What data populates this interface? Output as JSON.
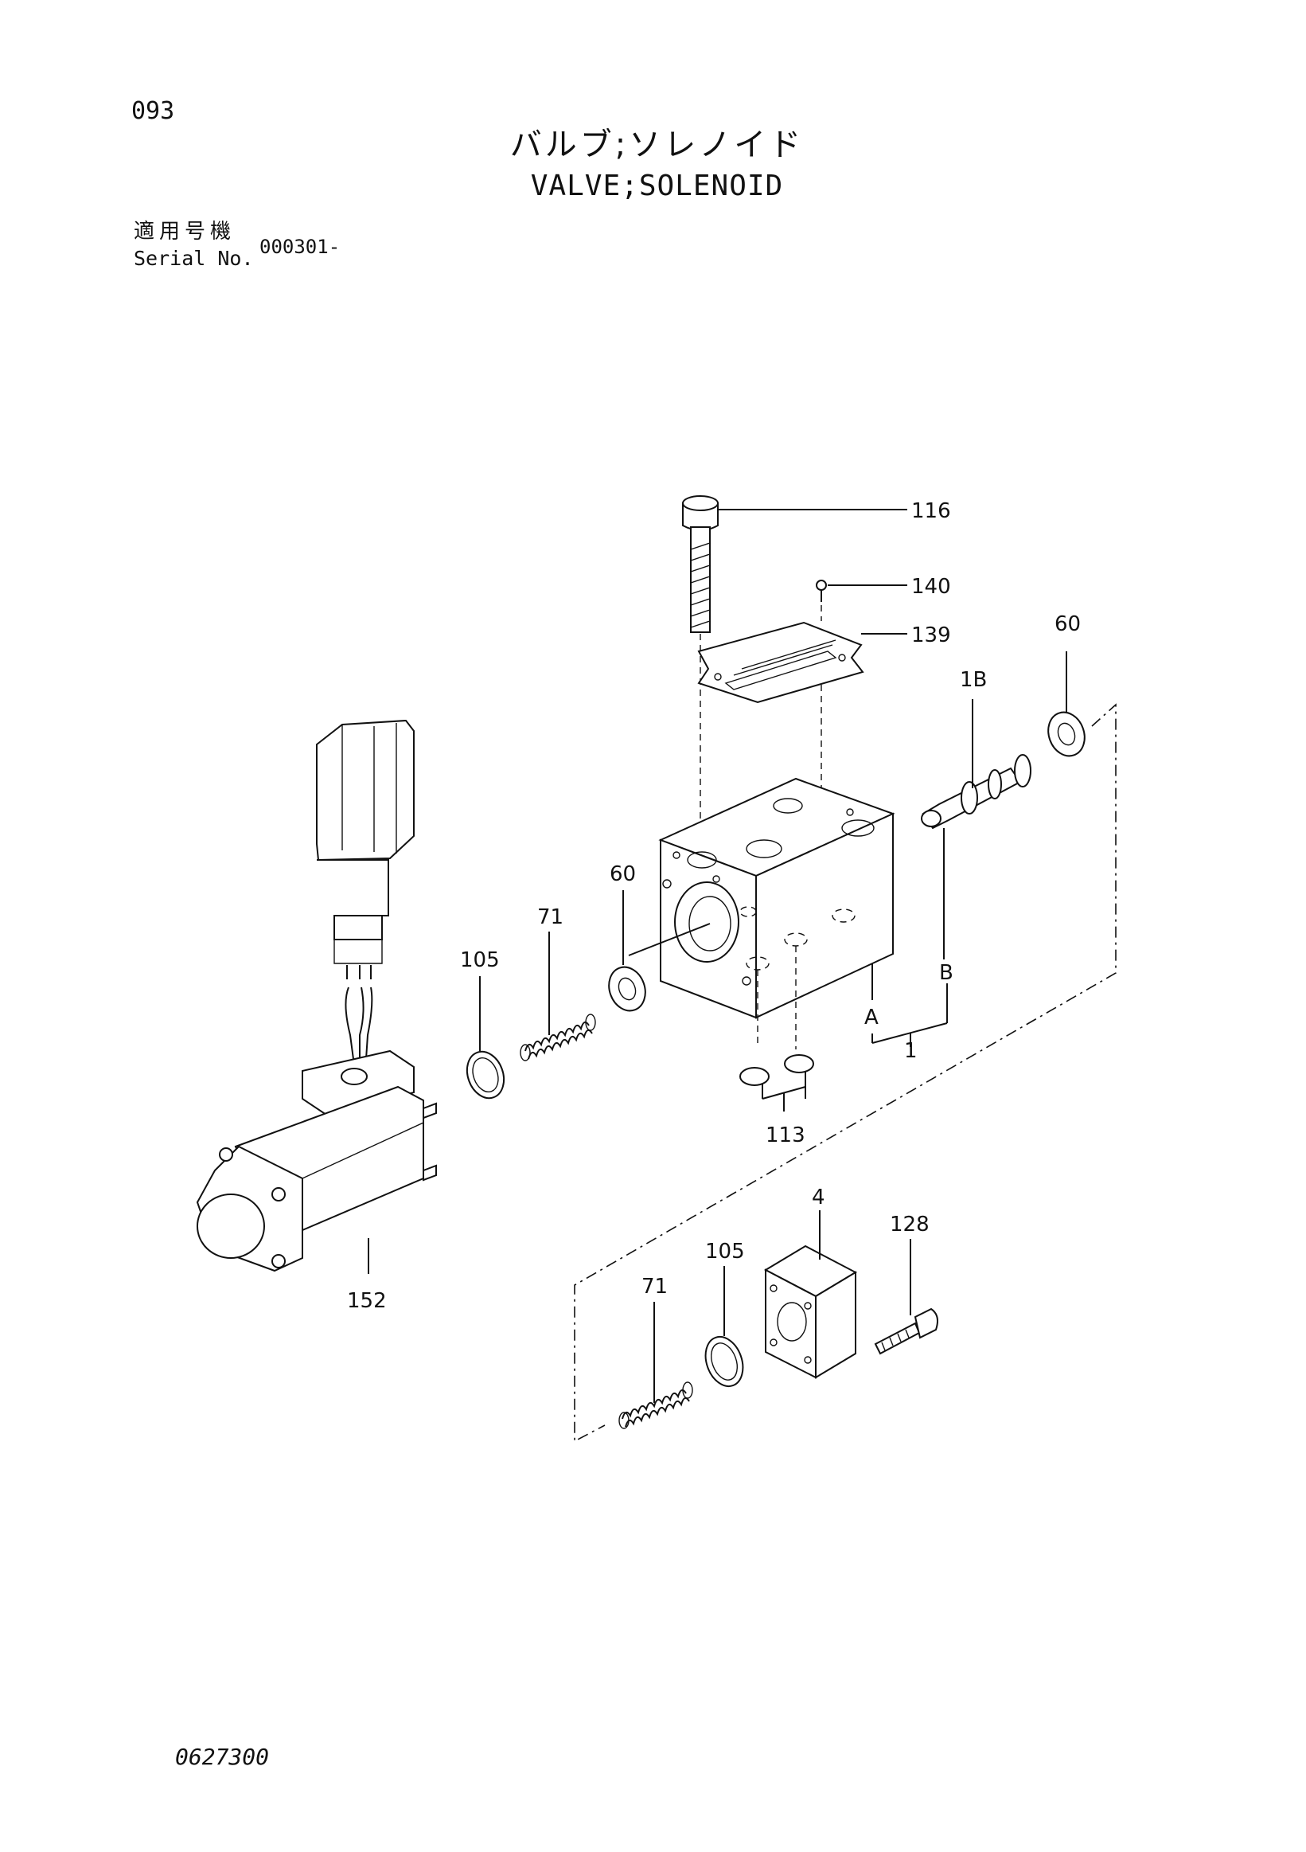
{
  "page": {
    "number": "093",
    "title_jp": "バルブ;ソレノイド",
    "title_en": "VALVE;SOLENOID",
    "serial_label_jp": "適用号機",
    "serial_label_en": "Serial No.",
    "serial_value": "000301-",
    "drawing_number": "0627300"
  },
  "callouts": {
    "c116": "116",
    "c140": "140",
    "c139": "139",
    "c60_top": "60",
    "c1b": "1B",
    "c60_left": "60",
    "c71_top": "71",
    "c105_top": "105",
    "cB": "B",
    "cA": "A",
    "c1": "1",
    "c113": "113",
    "c4": "4",
    "c128": "128",
    "c105_bottom": "105",
    "c71_bottom": "71",
    "c152": "152"
  }
}
